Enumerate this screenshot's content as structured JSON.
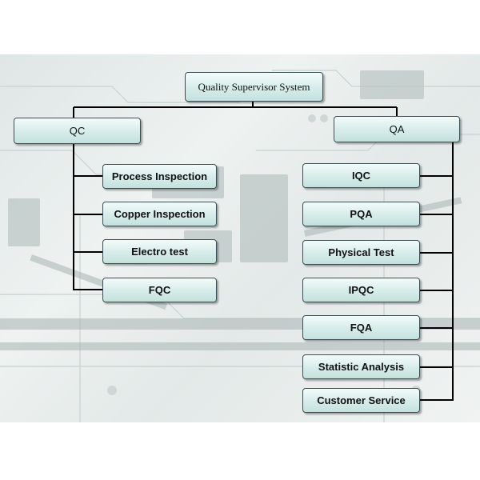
{
  "diagram": {
    "root": {
      "label": "Quality Supervisor System"
    },
    "branches": {
      "qc": {
        "label": "QC",
        "children": [
          "Process Inspection",
          "Copper Inspection",
          "Electro test",
          "FQC"
        ]
      },
      "qa": {
        "label": "QA",
        "children": [
          "IQC",
          "PQA",
          "Physical Test",
          "IPQC",
          "FQA",
          "Statistic Analysis",
          "Customer Service"
        ]
      }
    }
  },
  "colors": {
    "node_fill_top": "#f2fbfa",
    "node_fill_bottom": "#c4e1de",
    "node_border": "#3b4f55",
    "connector": "#000000"
  }
}
